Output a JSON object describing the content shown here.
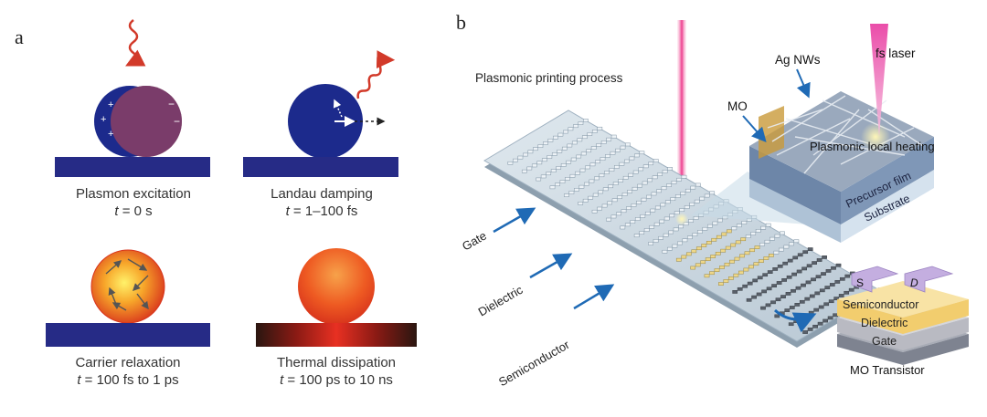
{
  "panel_a": {
    "label": "a",
    "stages": [
      {
        "title": "Plasmon excitation",
        "t_symbol": "t",
        "t_value": " = 0 s"
      },
      {
        "title": "Landau damping",
        "t_symbol": "t",
        "t_value": " = 1–100 fs"
      },
      {
        "title": "Carrier relaxation",
        "t_symbol": "t",
        "t_value": " = 100 fs to 1 ps"
      },
      {
        "title": "Thermal dissipation",
        "t_symbol": "t",
        "t_value": " = 100 ps to 10 ns"
      }
    ],
    "charge_plus": "+",
    "charge_minus": "−"
  },
  "panel_b": {
    "label": "b",
    "process_title": "Plasmonic printing process",
    "layer_labels": {
      "gate": "Gate",
      "dielectric": "Dielectric",
      "semiconductor": "Semiconductor"
    },
    "inset": {
      "ag_nws": "Ag NWs",
      "fs_laser": "fs laser",
      "mo": "MO",
      "local_heating": "Plasmonic local heating",
      "precursor": "Precursor film",
      "substrate": "Substrate"
    },
    "transistor": {
      "source": "S",
      "drain": "D",
      "semiconductor": "Semiconductor",
      "dielectric": "Dielectric",
      "gate": "Gate",
      "caption": "MO Transistor"
    }
  },
  "colors": {
    "substrate_blue": "#262b86",
    "particle_blue": "#1c2a8c",
    "particle_shift": "#a07670",
    "wave_red": "#d23a2a",
    "arrow_blue": "#1f6ab5",
    "laser_pink": "#ee3d8e",
    "semiconductor_yellow": "#f6d98a",
    "dielectric_gray": "#c8c8cc",
    "gate_gray": "#8e929a",
    "electrode_purple": "#b9a2d8"
  }
}
